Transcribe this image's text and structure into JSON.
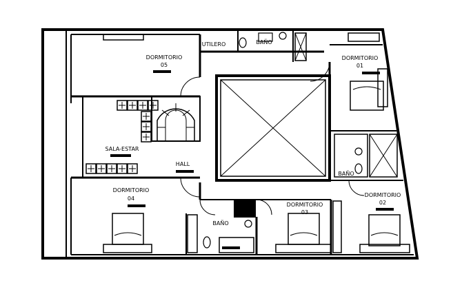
{
  "rooms": {
    "dormitorio_05": {
      "name": "DORMITORIO",
      "number": "05"
    },
    "dormitorio_01": {
      "name": "DORMITORIO",
      "number": "01"
    },
    "dormitorio_04": {
      "name": "DORMITORIO",
      "number": "04"
    },
    "dormitorio_03": {
      "name": "DORMITORIO",
      "number": "03"
    },
    "dormitorio_02": {
      "name": "DORMITORIO",
      "number": "02"
    },
    "utilero": {
      "name": "UTILERO"
    },
    "bano_top": {
      "name": "BAÑO"
    },
    "sala_estar": {
      "name": "SALA-ESTAR"
    },
    "hall": {
      "name": "HALL"
    },
    "bano_right": {
      "name": "BAÑO"
    },
    "bano_bottom": {
      "name": "BAÑO"
    }
  },
  "colors": {
    "line": "#000000",
    "background": "#ffffff"
  }
}
